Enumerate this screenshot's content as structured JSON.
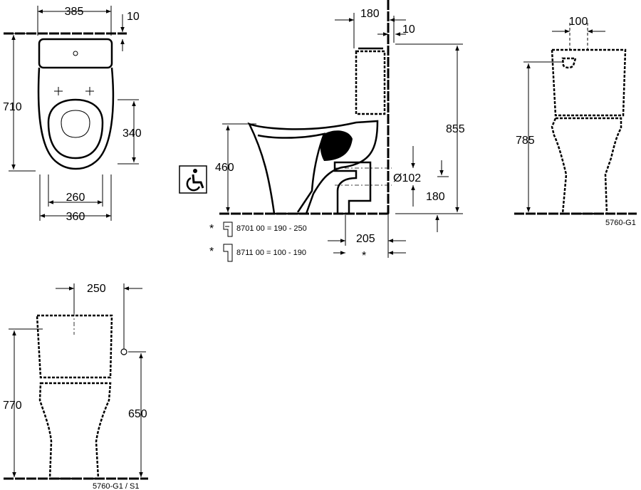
{
  "top_view": {
    "width_outer": "385",
    "wall_gap": "10",
    "depth": "710",
    "bowl_depth": "340",
    "bolt_spacing": "260",
    "base_width": "360"
  },
  "side_view": {
    "cistern_offset": "180",
    "wall_gap": "10",
    "total_height": "855",
    "seat_height": "460",
    "pipe_diameter": "Ø102",
    "outlet_height": "180",
    "outlet_distance": "205",
    "star_marker": "*",
    "option_a": "8701 00 = 190 - 250",
    "option_b": "8711 00 = 100 - 190"
  },
  "back_view": {
    "inlet_offset": "100",
    "height": "785",
    "reference": "5760-G1"
  },
  "front_view": {
    "width": "250",
    "height": "770",
    "inlet_height": "650",
    "reference": "5760-G1 / S1"
  },
  "icons": [
    "wheelchair-accessibility-icon",
    "pipe-bend-icon",
    "straight-pipe-icon"
  ]
}
